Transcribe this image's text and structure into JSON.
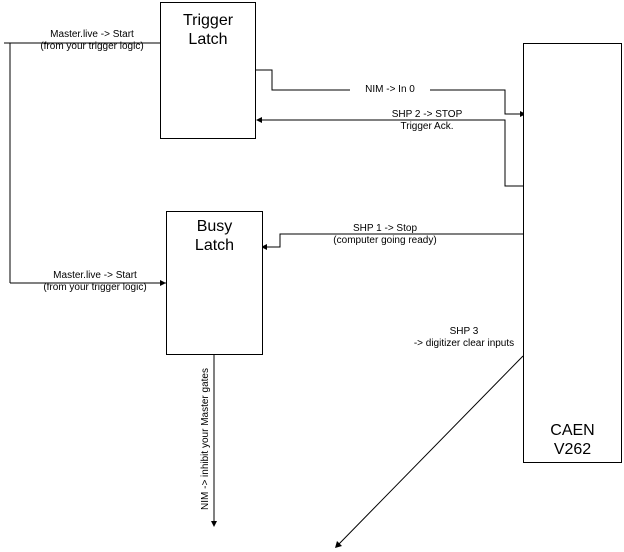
{
  "boxes": {
    "trigger_latch": {
      "line1": "Trigger",
      "line2": "Latch"
    },
    "busy_latch": {
      "line1": "Busy",
      "line2": "Latch"
    },
    "caen": {
      "line1": "CAEN",
      "line2": "V262"
    }
  },
  "labels": {
    "master_live_top": {
      "line1": "Master.live -> Start",
      "line2": "(from your trigger logic)"
    },
    "master_live_bottom": {
      "line1": "Master.live -> Start",
      "line2": "(from your trigger logic)"
    },
    "nim_in0": "NIM -> In 0",
    "shp2": {
      "line1": "SHP 2 -> STOP",
      "line2": "Trigger Ack."
    },
    "shp1": {
      "line1": "SHP 1 -> Stop",
      "line2": "(computer going ready)"
    },
    "shp3": {
      "line1": "SHP 3",
      "line2": "-> digitizer clear inputs"
    },
    "nim_inhibit": "NIM -> inhibit your Master gates"
  }
}
